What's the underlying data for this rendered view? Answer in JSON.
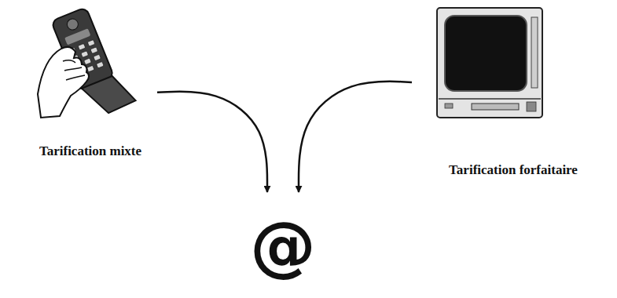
{
  "diagram": {
    "nodes": [
      {
        "text": [
          "Tarification mixte"
        ]
      },
      {
        "text": [
          "Tarification forfaitaire"
        ]
      },
      {
        "text": [
          "@"
        ]
      }
    ],
    "edges": [
      {
        "from": 0,
        "to": 2,
        "arrow": "to"
      },
      {
        "from": 1,
        "to": 2,
        "arrow": "to"
      }
    ]
  }
}
